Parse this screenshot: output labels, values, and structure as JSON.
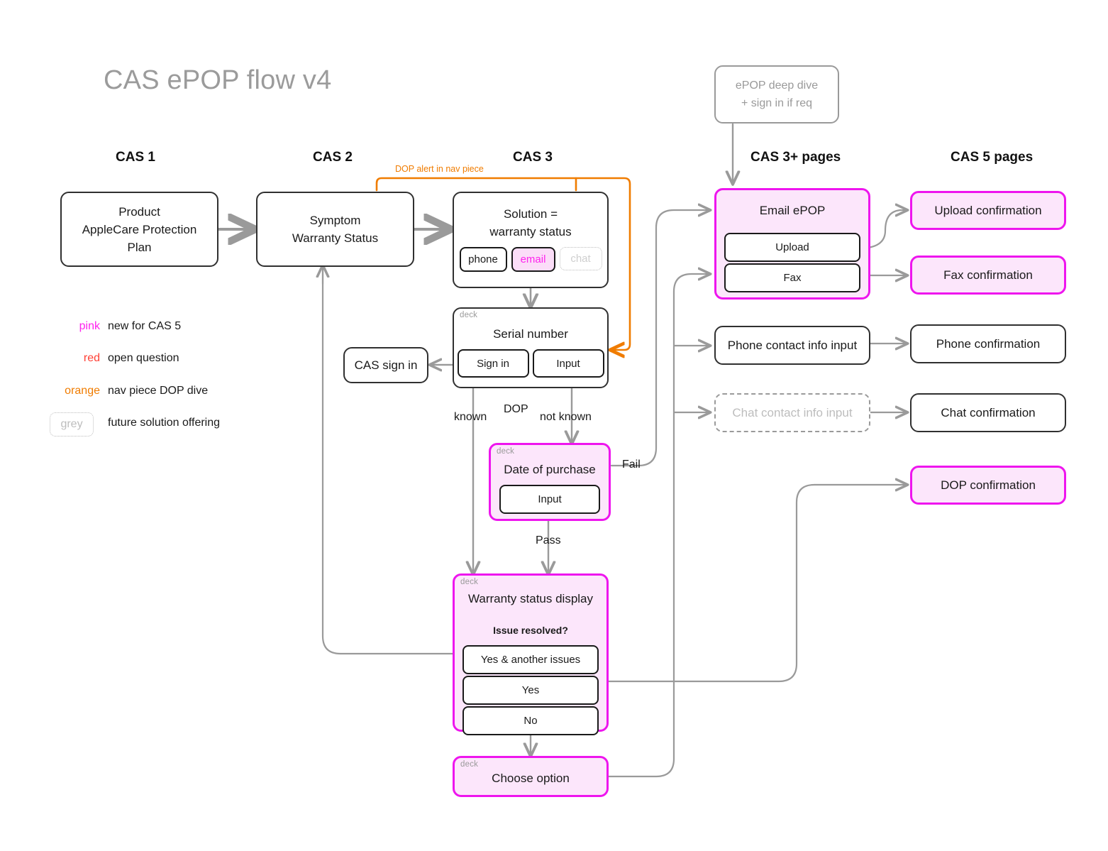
{
  "page": {
    "title": "CAS ePOP flow v4"
  },
  "columns": [
    {
      "label": "CAS 1"
    },
    {
      "label": "CAS 2"
    },
    {
      "label": "CAS 3"
    },
    {
      "label": "CAS 3+ pages"
    },
    {
      "label": "CAS 5 pages"
    }
  ],
  "legend": {
    "items": [
      {
        "key": "pink",
        "color": "#FF22EE",
        "desc": "new for CAS 5"
      },
      {
        "key": "red",
        "color": "#FF4136",
        "desc": "open question"
      },
      {
        "key": "orange",
        "color": "#F07C00",
        "desc": "nav piece DOP dive"
      },
      {
        "key": "grey",
        "color": "#bdbdbd",
        "desc": "future solution offering"
      }
    ]
  },
  "nodes": {
    "product": {
      "line1": "Product",
      "line2": "AppleCare Protection",
      "line3": "Plan"
    },
    "symptom": {
      "line1": "Symptom",
      "line2": "Warranty Status"
    },
    "solution": {
      "line1": "Solution =",
      "line2": "warranty status",
      "options": [
        {
          "label": "phone",
          "style": "plain"
        },
        {
          "label": "email",
          "style": "pink"
        },
        {
          "label": "chat",
          "style": "ghost"
        }
      ]
    },
    "serial": {
      "deck": "deck",
      "title": "Serial number",
      "buttons": [
        {
          "label": "Sign in"
        },
        {
          "label": "Input"
        }
      ]
    },
    "cas_sign_in": {
      "title": "CAS sign in"
    },
    "dop": {
      "deck": "deck",
      "title": "Date of purchase",
      "buttons": [
        {
          "label": "Input"
        }
      ]
    },
    "warranty_display": {
      "deck": "deck",
      "title": "Warranty status display",
      "question": "Issue resolved?",
      "buttons": [
        {
          "label": "Yes & another issues"
        },
        {
          "label": "Yes"
        },
        {
          "label": "No"
        }
      ]
    },
    "choose_option": {
      "deck": "deck",
      "title": "Choose option"
    },
    "epop_deep_dive": {
      "line1": "ePOP deep dive",
      "line2": "+ sign in if req"
    },
    "email_epop": {
      "title": "Email ePOP",
      "buttons": [
        {
          "label": "Upload"
        },
        {
          "label": "Fax"
        }
      ]
    },
    "phone_contact": {
      "title": "Phone contact info input"
    },
    "chat_contact": {
      "title": "Chat contact info input"
    },
    "upload_confirmation": {
      "title": "Upload confirmation"
    },
    "fax_confirmation": {
      "title": "Fax confirmation"
    },
    "phone_confirmation": {
      "title": "Phone confirmation"
    },
    "chat_confirmation": {
      "title": "Chat confirmation"
    },
    "dop_confirmation": {
      "title": "DOP confirmation"
    }
  },
  "edge_labels": {
    "dop_alert": "DOP alert in nav piece",
    "known": "known",
    "dop": "DOP",
    "not_known": "not known",
    "fail": "Fail",
    "pass": "Pass"
  },
  "colors": {
    "pink_stroke": "#EE15EE",
    "pink_fill": "#FCE6FB",
    "orange": "#F07C00",
    "wire": "#9a9a9a",
    "ink": "#1a1a1a",
    "title_grey": "#9b9b9b"
  }
}
